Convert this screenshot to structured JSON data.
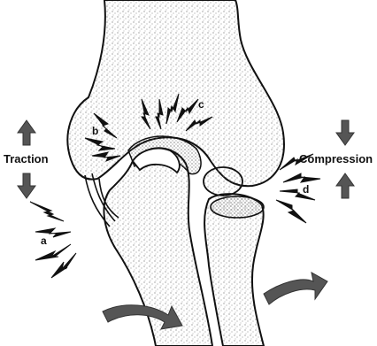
{
  "labels": {
    "traction": "Traction",
    "compression": "Compression",
    "a": "a",
    "b": "b",
    "c": "c",
    "d": "d"
  },
  "colors": {
    "ink": "#111111",
    "stipple": "#6f6f6f",
    "arrow_fill": "#555555",
    "background": "#ffffff"
  }
}
